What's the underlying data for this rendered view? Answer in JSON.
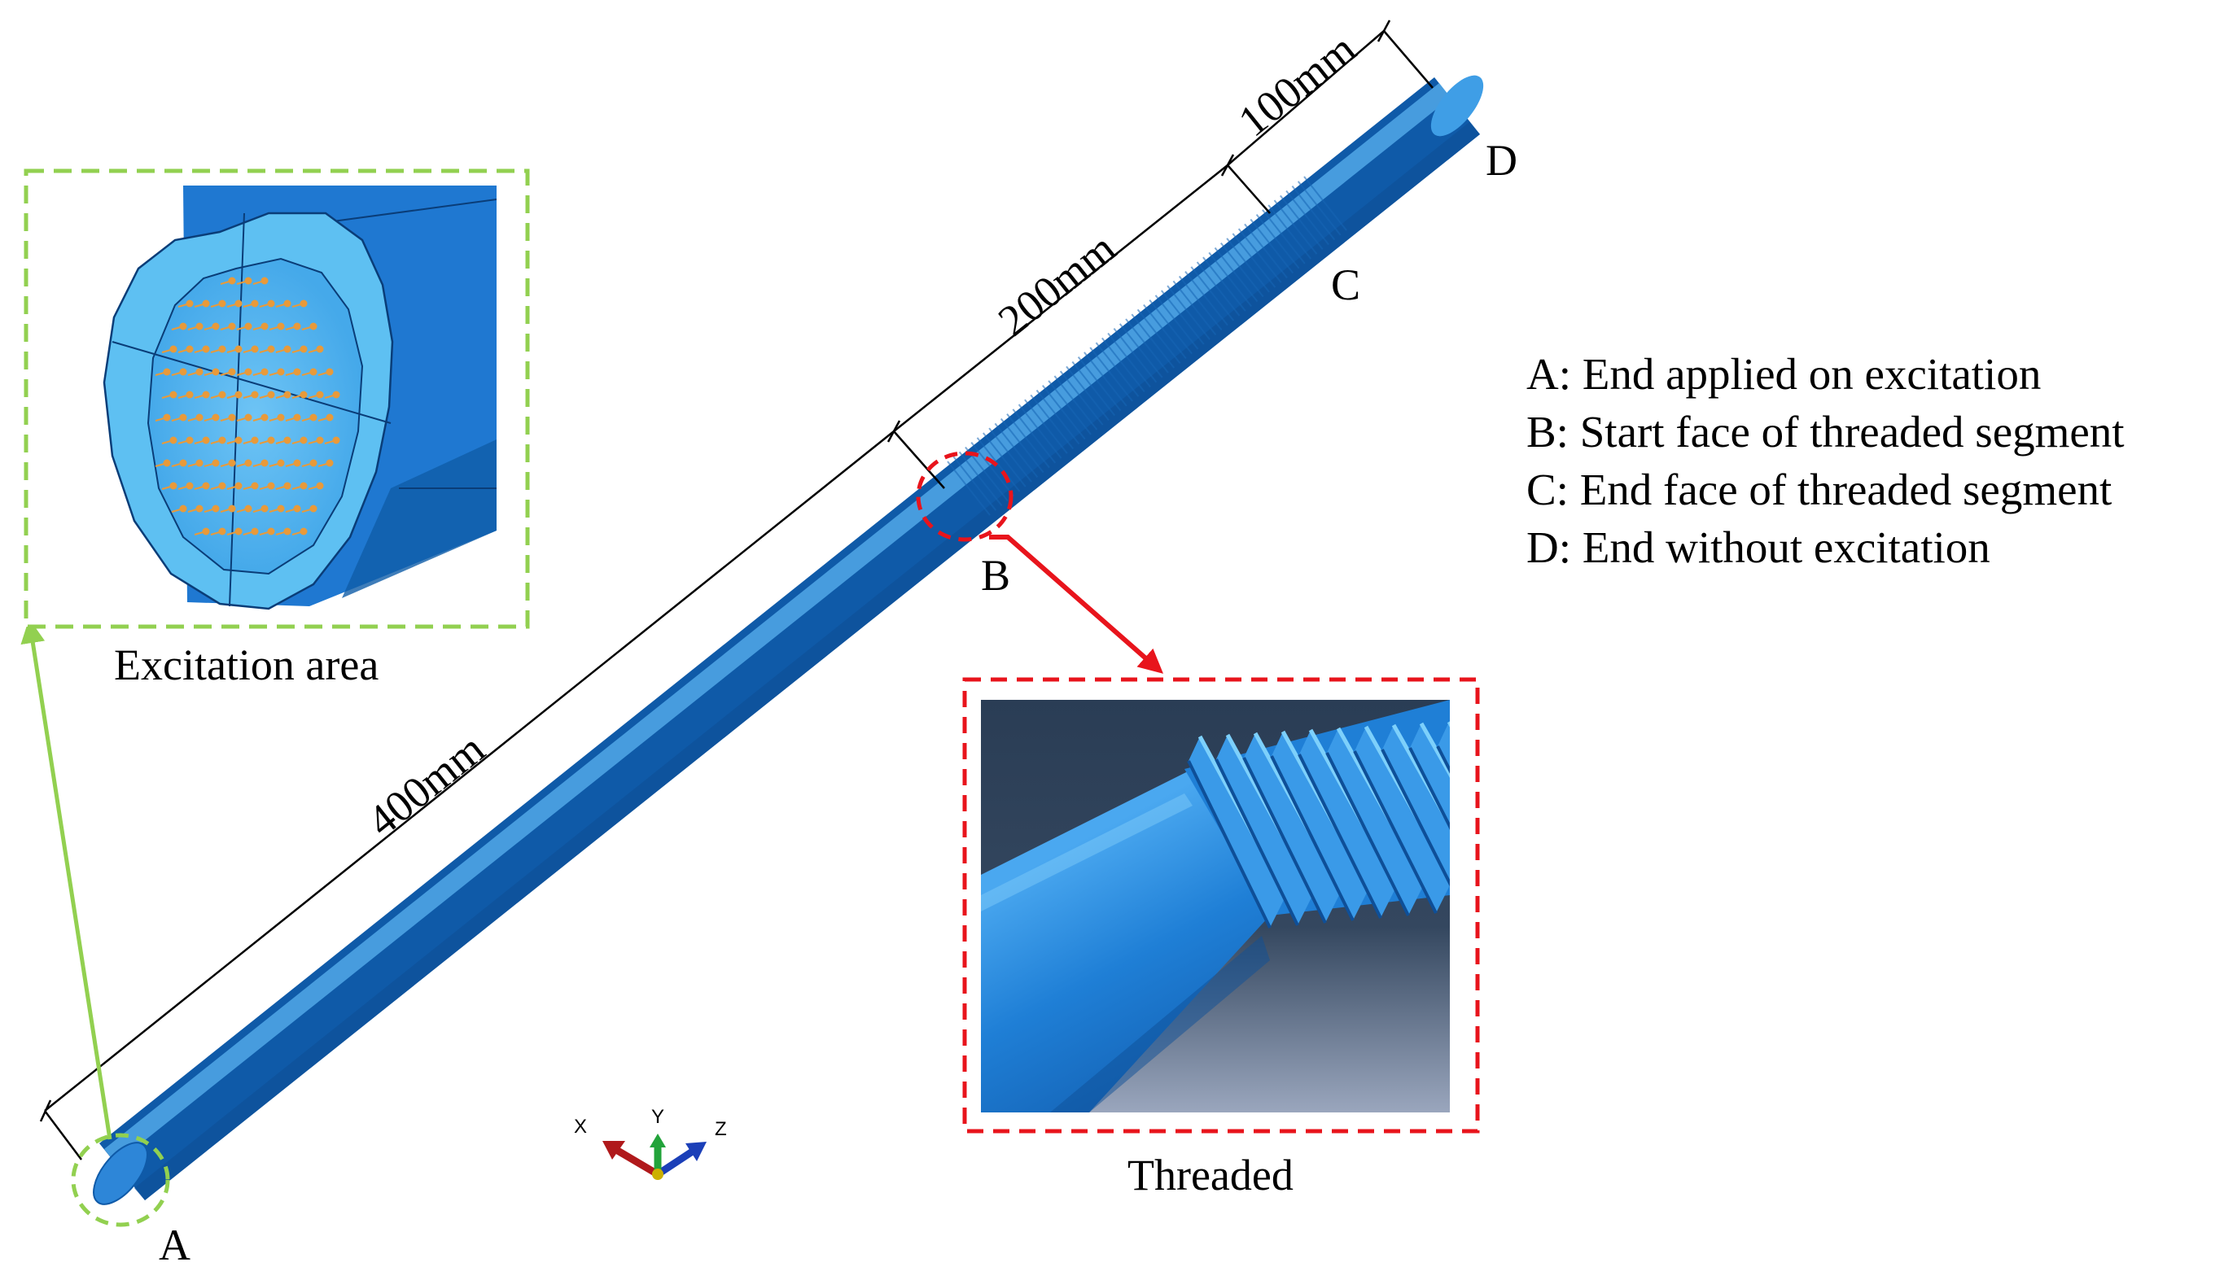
{
  "points": {
    "a": "A",
    "b": "B",
    "c": "C",
    "d": "D"
  },
  "dimensions": {
    "d400": "400mm",
    "d200": "200mm",
    "d100": "100mm"
  },
  "insets": {
    "excitation_caption": "Excitation area",
    "threaded_caption": "Threaded"
  },
  "legend": [
    "A: End applied on excitation",
    "B: Start face of threaded segment",
    "C: End face of threaded segment",
    "D: End without excitation"
  ],
  "axes_triad": {
    "x": "X",
    "y": "Y",
    "z": "Z"
  },
  "colors": {
    "rod_blue": "#1f78d1",
    "rod_light": "#5bb8f2",
    "excitation_box": "#92d050",
    "threaded_box": "#e8141c",
    "load_arrows": "#e89a3a"
  }
}
